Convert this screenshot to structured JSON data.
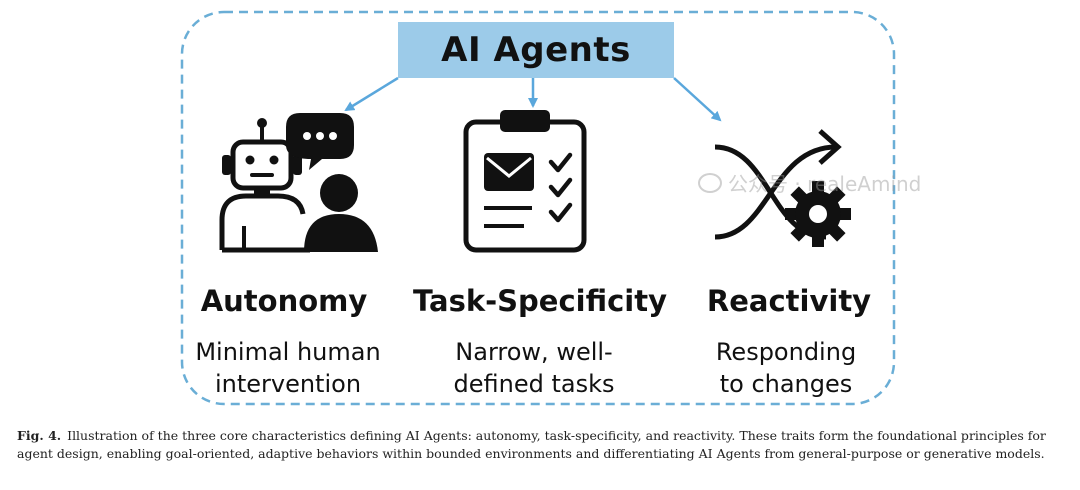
{
  "title": "AI Agents",
  "colors": {
    "title_fill": "#9ccbe9",
    "dashed_border": "#6aaed6",
    "arrow": "#5aa7dc",
    "icon": "#111111"
  },
  "characteristics": [
    {
      "label": "Autonomy",
      "description_lines": [
        "Minimal human",
        "intervention"
      ],
      "icon": "robot-with-speech-bubble-and-person-icon"
    },
    {
      "label": "Task-Specificity",
      "description_lines": [
        "Narrow, well-",
        "defined tasks"
      ],
      "icon": "clipboard-with-envelope-and-checkmarks-icon"
    },
    {
      "label": "Reactivity",
      "description_lines": [
        "Responding",
        "to changes"
      ],
      "icon": "shuffle-arrows-and-gear-icon"
    }
  ],
  "caption": {
    "tag": "Fig. 4.",
    "text": "Illustration of the three core characteristics defining AI Agents: autonomy, task-specificity, and reactivity. These traits form the foundational principles for agent design, enabling goal-oriented, adaptive behaviors within bounded environments and differentiating AI Agents from general-purpose or generative models."
  },
  "watermark": "公众号 · realeAmind"
}
